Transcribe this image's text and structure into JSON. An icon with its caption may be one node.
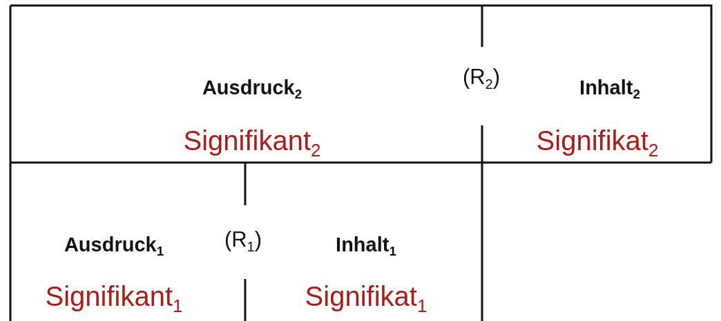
{
  "diagram": {
    "nodes": [
      {
        "text": [
          "Ausdruck$_{2}$",
          "Signifikant$_{2}$"
        ]
      },
      {
        "text": [
          "Inhalt$_{2}$",
          "Signifikat$_{2}$"
        ]
      },
      {
        "text": [
          "Ausdruck$_{1}$",
          "Signifikant$_{1}$"
        ]
      },
      {
        "text": [
          "Inhalt$_{1}$",
          "Signifikat$_{1}$"
        ]
      }
    ],
    "labels": [
      "(R$_{2}$)",
      "(R$_{1}$)"
    ]
  }
}
